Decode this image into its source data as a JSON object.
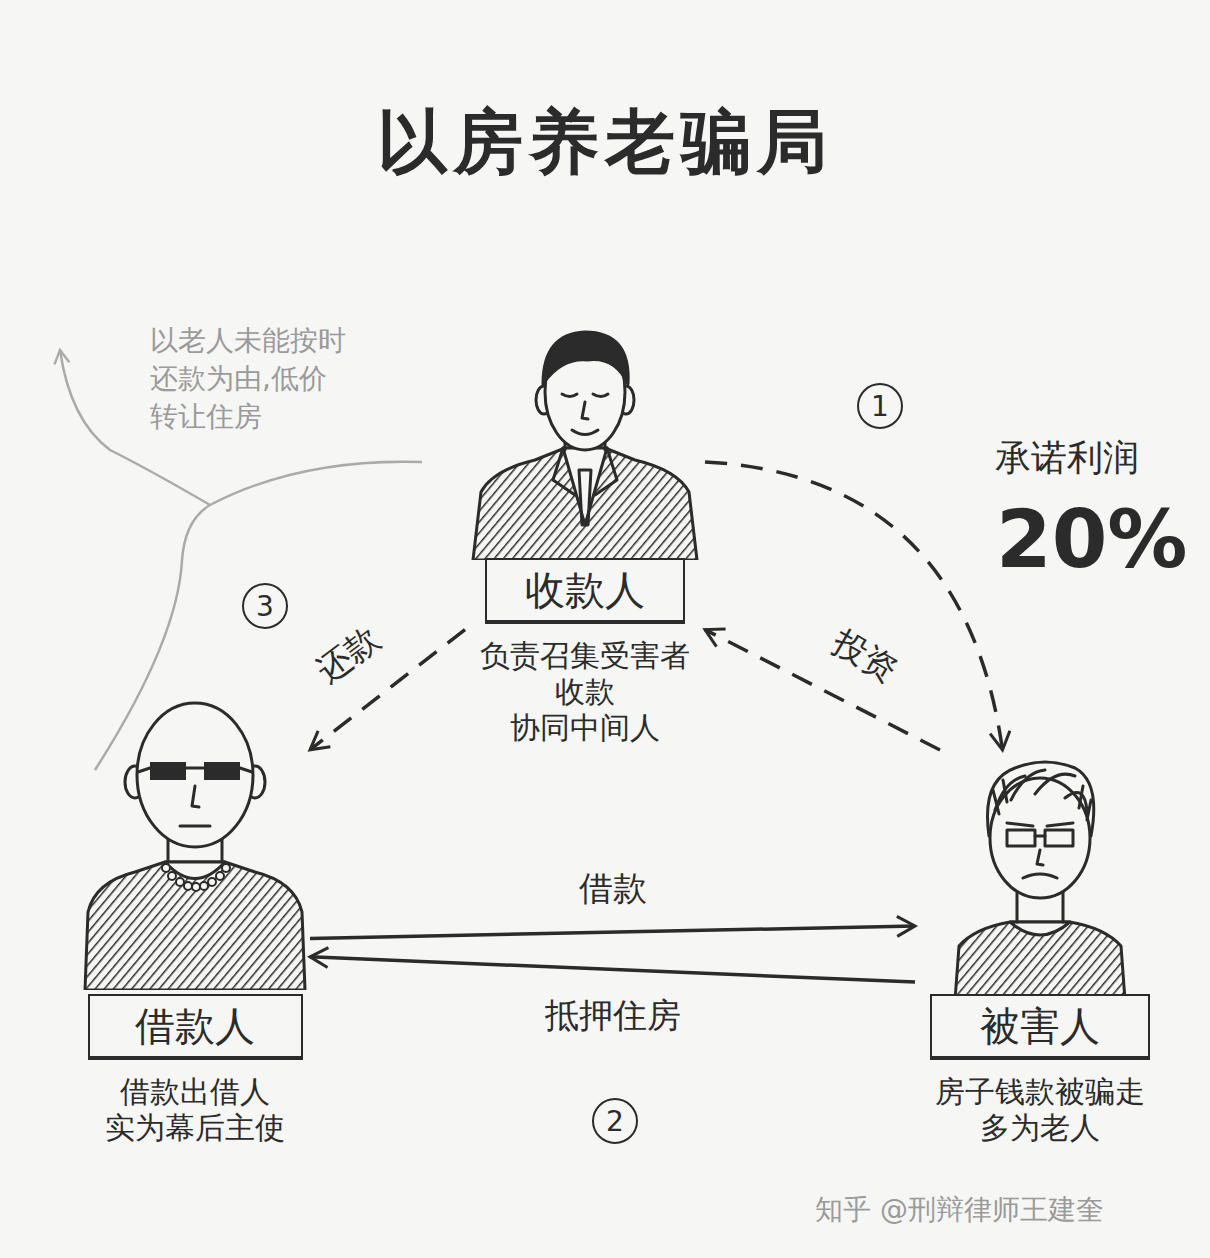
{
  "diagram": {
    "title": "以房养老骗局",
    "nodes": [
      {
        "text": [
          "收款人",
          "负责召集受害者 收款 协同中间人"
        ]
      },
      {
        "text": [
          "借款人",
          "借款出借人 实为幕后主使"
        ]
      },
      {
        "text": [
          "被害人",
          "房子钱款被骗走 多为老人"
        ]
      }
    ],
    "edges": [
      {
        "from": 0,
        "to": 2,
        "arrow": "to"
      },
      {
        "from": 2,
        "to": 0,
        "label": "投资",
        "arrow": "to"
      },
      {
        "from": 0,
        "to": 1,
        "label": "还款",
        "arrow": "to"
      },
      {
        "from": 1,
        "to": 2,
        "label": "借款",
        "arrow": "to"
      },
      {
        "from": 2,
        "to": 1,
        "label": "抵押住房",
        "arrow": "to"
      }
    ],
    "labels": [
      "以老人未能按时 还款为由,低价 转让住房",
      "1",
      "承诺利润",
      "20%",
      "3",
      "2",
      "知乎 @刑辩律师王建奎"
    ]
  }
}
